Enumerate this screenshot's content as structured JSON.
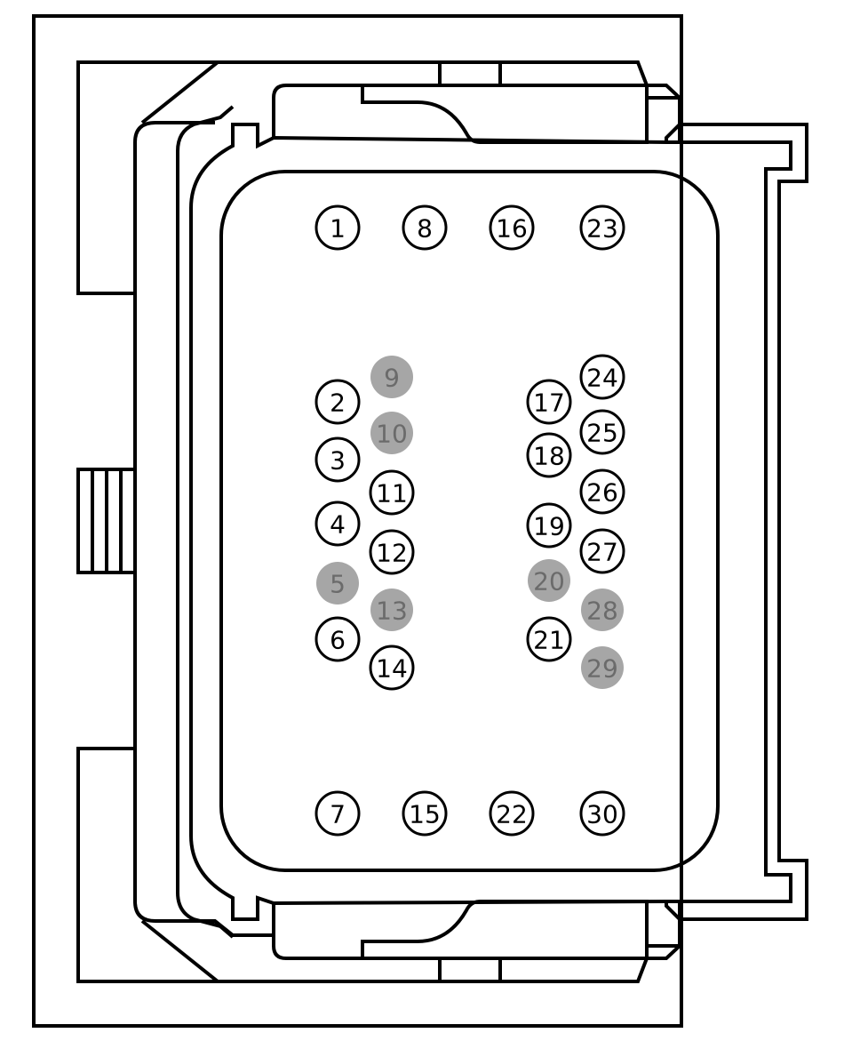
{
  "colors": {
    "stroke": "#000000",
    "pin_fill": "#ffffff",
    "pin_text": "#000000",
    "unused_fill": "#a6a6a6",
    "unused_text": "#6b6b6b"
  },
  "pins": [
    {
      "label": "1",
      "state": "active"
    },
    {
      "label": "8",
      "state": "active"
    },
    {
      "label": "16",
      "state": "active"
    },
    {
      "label": "23",
      "state": "active"
    },
    {
      "label": "9",
      "state": "unused"
    },
    {
      "label": "2",
      "state": "active"
    },
    {
      "label": "10",
      "state": "unused"
    },
    {
      "label": "3",
      "state": "active"
    },
    {
      "label": "11",
      "state": "active"
    },
    {
      "label": "4",
      "state": "active"
    },
    {
      "label": "12",
      "state": "active"
    },
    {
      "label": "5",
      "state": "unused"
    },
    {
      "label": "13",
      "state": "unused"
    },
    {
      "label": "6",
      "state": "active"
    },
    {
      "label": "14",
      "state": "active"
    },
    {
      "label": "24",
      "state": "active"
    },
    {
      "label": "17",
      "state": "active"
    },
    {
      "label": "25",
      "state": "active"
    },
    {
      "label": "18",
      "state": "active"
    },
    {
      "label": "26",
      "state": "active"
    },
    {
      "label": "19",
      "state": "active"
    },
    {
      "label": "27",
      "state": "active"
    },
    {
      "label": "20",
      "state": "unused"
    },
    {
      "label": "28",
      "state": "unused"
    },
    {
      "label": "21",
      "state": "active"
    },
    {
      "label": "29",
      "state": "unused"
    },
    {
      "label": "7",
      "state": "active"
    },
    {
      "label": "15",
      "state": "active"
    },
    {
      "label": "22",
      "state": "active"
    },
    {
      "label": "30",
      "state": "active"
    }
  ]
}
